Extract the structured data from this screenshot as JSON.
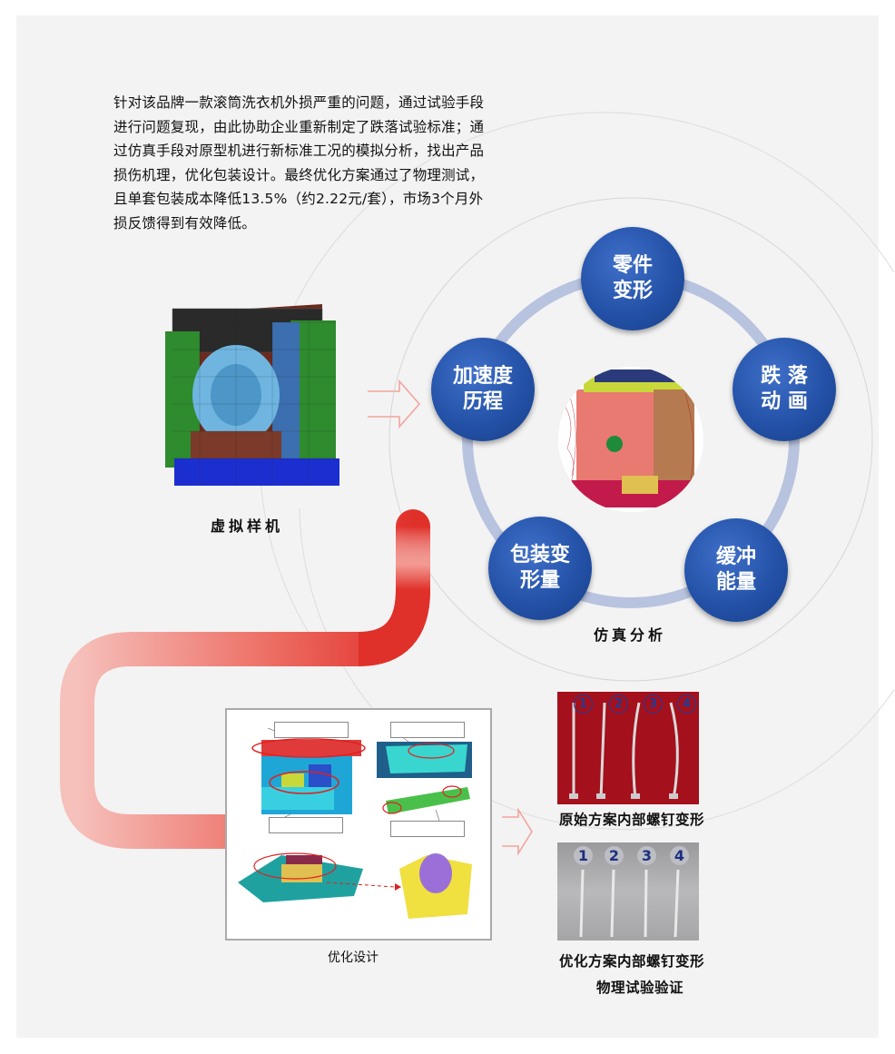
{
  "intro_lines": [
    "针对该品牌一款滚筒洗衣机外损严重的问题，通过试验手段",
    "进行问题复现，由此协助企业重新制定了跌落试验标准；通",
    "过仿真手段对原型机进行新标准工况的模拟分析，找出产品",
    "损伤机理，优化包装设计。最终优化方案通过了物理测试，",
    "且单套包装成本降低13.5%（约2.22元/套），市场3个月外",
    "损反馈得到有效降低。"
  ],
  "virtual_prototype_caption": "虚拟样机",
  "simulation_caption": "仿真分析",
  "nodes": {
    "part_deform": [
      "零件",
      "变形"
    ],
    "drop_anim": [
      "跌 落",
      "动 画"
    ],
    "cushion_energy": [
      "缓冲",
      "能量"
    ],
    "pack_deform": [
      "包装变",
      "形量"
    ],
    "accel_history": [
      "加速度",
      "历程"
    ]
  },
  "optimized_design_caption": "优化设计",
  "original_screw_caption": "原始方案内部螺钉变形",
  "optimized_screw_caption_lines": [
    "优化方案内部螺钉变形",
    "物理试验验证"
  ],
  "screw_numbers": [
    "1",
    "2",
    "3",
    "4"
  ],
  "colors": {
    "node_blue": "#2452a8",
    "ring": "#b8c3df",
    "arrow_red": "#e0302a"
  }
}
